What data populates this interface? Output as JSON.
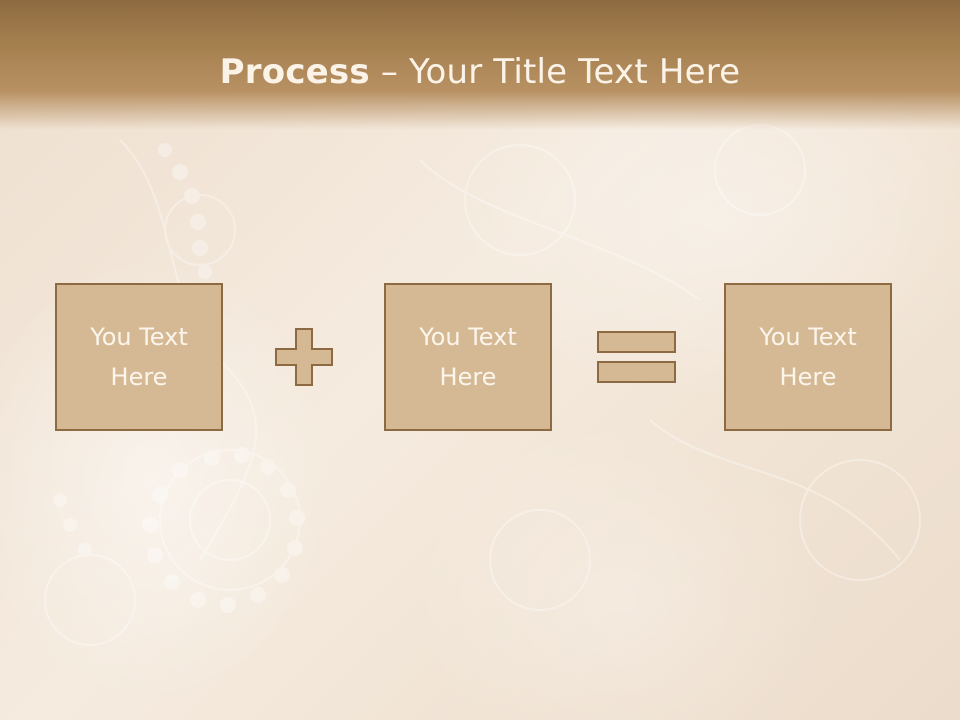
{
  "slide": {
    "title_bold": "Process",
    "title_separator": " – ",
    "title_rest": "Your Title Text Here"
  },
  "boxes": [
    {
      "label": "You Text\nHere"
    },
    {
      "label": "You Text\nHere"
    },
    {
      "label": "You Text\nHere"
    }
  ],
  "operators": [
    "plus-icon",
    "equals-icon"
  ],
  "colors": {
    "header": "#a5804f",
    "box_fill": "#d5b994",
    "box_border": "#8e6a43",
    "text_light": "#fbf5ec"
  }
}
